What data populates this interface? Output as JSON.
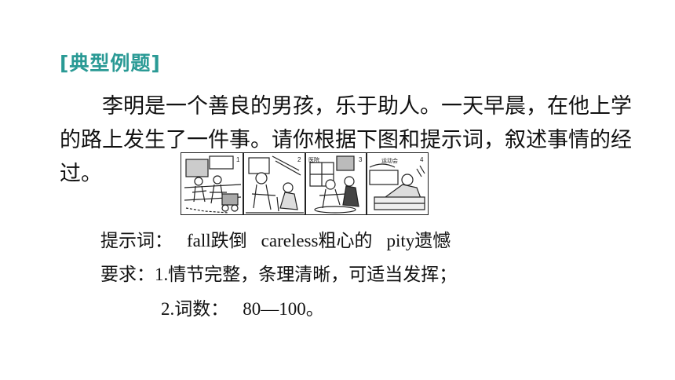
{
  "heading": "[典型例题]",
  "paragraph": "李明是一个善良的男孩，乐于助人。一天早晨，在他上学的路上发生了一件事。请你根据下图和提示词，叙述事情的经过。",
  "comic": {
    "panels": [
      {
        "number": "1",
        "sign": ""
      },
      {
        "number": "2",
        "sign": ""
      },
      {
        "number": "3",
        "sign": "医院"
      },
      {
        "number": "4",
        "sign": "运动会"
      }
    ]
  },
  "hints": {
    "label": "提示词：",
    "items": [
      {
        "en": "fall",
        "zh": "跌倒"
      },
      {
        "en": "careless",
        "zh": "粗心的"
      },
      {
        "en": "pity",
        "zh": "遗憾"
      }
    ]
  },
  "requirements": {
    "label": "要求：",
    "item1_num": "1.",
    "item1_text": "情节完整，条理清晰，可适当发挥；",
    "item2_num": "2.",
    "item2_text": "词数：",
    "item2_value": "80—100",
    "item2_end": "。"
  }
}
